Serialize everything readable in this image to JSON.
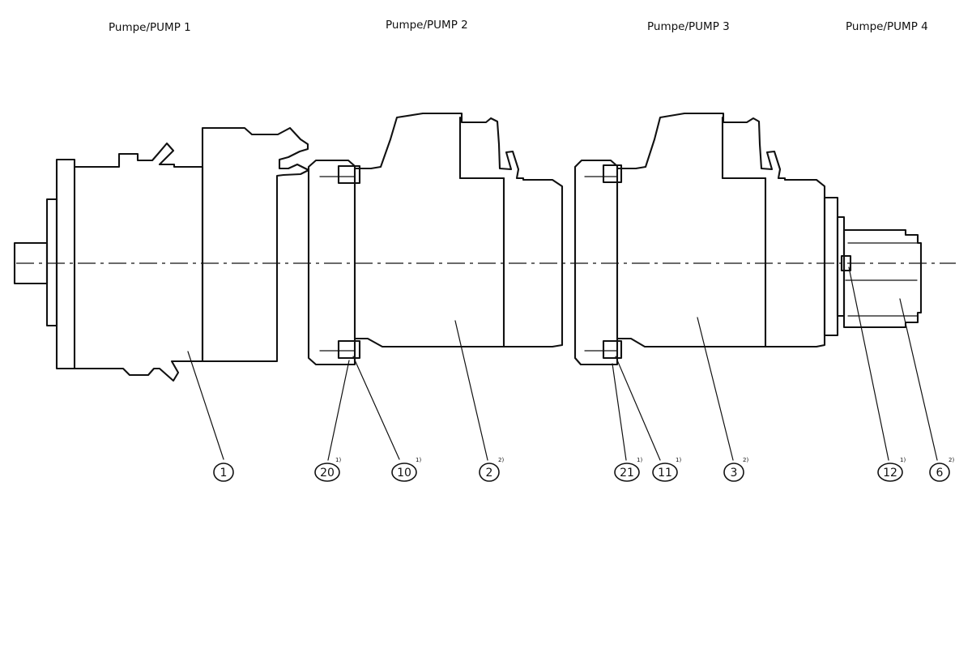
{
  "pump_labels": [
    "Pumpe/PUMP 1",
    "Pumpe/PUMP 2",
    "Pumpe/PUMP 3",
    "Pumpe/PUMP 4"
  ],
  "callouts": [
    {
      "number": "1",
      "note": ""
    },
    {
      "number": "20",
      "note": "1)"
    },
    {
      "number": "10",
      "note": "1)"
    },
    {
      "number": "2",
      "note": "2)"
    },
    {
      "number": "21",
      "note": "1)"
    },
    {
      "number": "11",
      "note": "1)"
    },
    {
      "number": "3",
      "note": "2)"
    },
    {
      "number": "12",
      "note": "1)"
    },
    {
      "number": "6",
      "note": "2)"
    }
  ]
}
